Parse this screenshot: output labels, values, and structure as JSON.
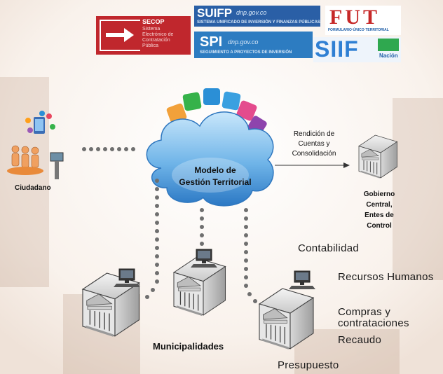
{
  "logos": {
    "secop": {
      "name": "SECOP",
      "subtitle": "Sistema\nElectrónico de\nContratación\nPública"
    },
    "suifp": {
      "name": "SUIFP",
      "domain": "dnp.gov.co",
      "subtitle": "SISTEMA UNIFICADO DE INVERSIÓN Y FINANZAS PÚBLICAS"
    },
    "spi": {
      "name": "SPI",
      "domain": "dnp.gov.co",
      "subtitle": "SEGUIMIENTO A PROYECTOS DE INVERSIÓN"
    },
    "fut": {
      "name": "FUT",
      "subtitle": "FORMULARIO·ÚNICO·TERRITORIAL"
    },
    "siif": {
      "name": "SIIF",
      "sub": "Nación"
    }
  },
  "diagram": {
    "cloud_label": "Modelo de\nGestión Territorial",
    "citizen_label": "Ciudadano",
    "rendicion_label": "Rendición de\nCuentas y\nConsolidación",
    "gobierno_label": "Gobierno\nCentral,\nEntes de\nControl",
    "municipalidades_label": "Municipalidades",
    "modules": [
      "Contabilidad",
      "Recursos Humanos",
      "Compras y\ncontrataciones",
      "Recaudo",
      "Presupuesto"
    ]
  },
  "colors": {
    "cloud": "#3e8ed0",
    "secop": "#c0272d",
    "dots": "#6f6f6f"
  }
}
